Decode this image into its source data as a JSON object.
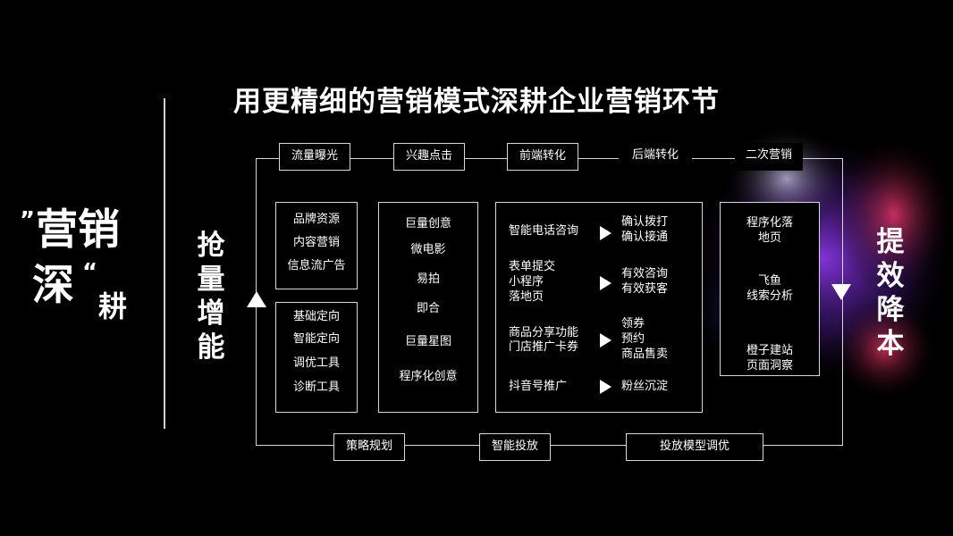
{
  "title": "用更精细的营销模式深耕企业营销环节",
  "left_heading": {
    "quote_open": "”",
    "word1": "营销",
    "word2": "深",
    "quote_close": "“",
    "word3": "耕"
  },
  "left_side_label": [
    "抢",
    "量",
    "增",
    "能"
  ],
  "right_side_label": [
    "提",
    "效",
    "降",
    "本"
  ],
  "top_stages": [
    "流量曝光",
    "兴趣点击",
    "前端转化",
    "后端转化",
    "二次营销"
  ],
  "bottom_stages": [
    "策略规划",
    "智能投放",
    "投放模型调优"
  ],
  "col1_top": [
    "品牌资源",
    "内容营销",
    "信息流广告"
  ],
  "col1_bottom": [
    "基础定向",
    "智能定向",
    "调优工具",
    "诊断工具"
  ],
  "col2": [
    "巨量创意",
    "微电影",
    "易拍",
    "即合",
    "巨量星图",
    "程序化创意"
  ],
  "col3": {
    "rows": [
      {
        "left": [
          "智能电话咨询"
        ],
        "right": [
          "确认拨打",
          "确认接通"
        ]
      },
      {
        "left": [
          "表单提交",
          "小程序",
          "落地页"
        ],
        "right": [
          "有效咨询",
          "有效获客"
        ]
      },
      {
        "left": [
          "商品分享功能",
          "门店推广卡券"
        ],
        "right": [
          "领券",
          "预约",
          "商品售卖"
        ]
      },
      {
        "left": [
          "抖音号推广"
        ],
        "right": [
          "粉丝沉淀"
        ]
      }
    ]
  },
  "col4": {
    "group1": [
      "程序化落",
      "地页"
    ],
    "group2": [
      "飞鱼",
      "线索分析"
    ],
    "group3": [
      "橙子建站",
      "页面洞察"
    ]
  },
  "colors": {
    "background": "#000000",
    "line": "#d8d8d8",
    "text": "#ffffff",
    "accent_glow": "#7a3cff"
  }
}
